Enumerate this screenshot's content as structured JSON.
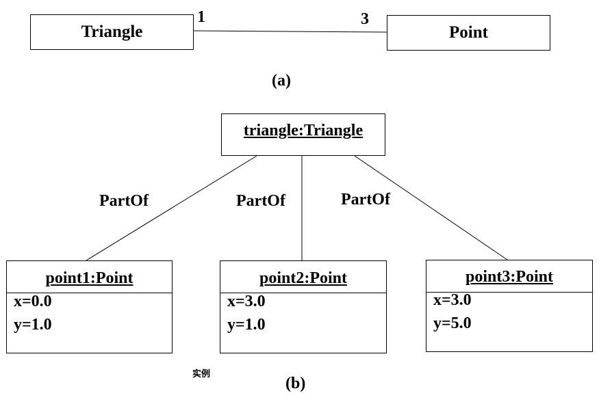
{
  "part_a": {
    "class_left": "Triangle",
    "class_right": "Point",
    "multiplicity_left": "1",
    "multiplicity_right": "3",
    "caption": "(a)"
  },
  "part_b": {
    "root_object": "triangle:Triangle",
    "link_labels": [
      "PartOf",
      "PartOf",
      "PartOf"
    ],
    "objects": [
      {
        "title": "point1:Point",
        "attrs": [
          "x=0.0",
          "y=1.0"
        ]
      },
      {
        "title": "point2:Point",
        "attrs": [
          "x=3.0",
          "y=1.0"
        ]
      },
      {
        "title": "point3:Point",
        "attrs": [
          "x=3.0",
          "y=5.0"
        ]
      }
    ],
    "note": "实例",
    "caption": "(b)"
  }
}
